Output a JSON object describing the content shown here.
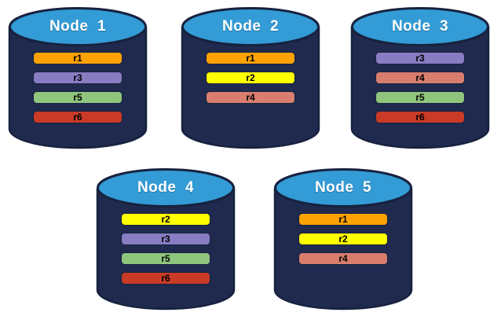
{
  "diagram": {
    "kind": "database-cylinder-diagram",
    "node_count": 5
  },
  "colors": {
    "background": "#FFFFFF",
    "cylinder_body": "#1F2A4E",
    "cylinder_top": "#339BD5",
    "outline": "#17223F",
    "title_text": "#FFFFFF",
    "bar_text": "#000000",
    "replica_palette": {
      "r1": "#FCA204",
      "r2": "#FFFF00",
      "r3": "#887CC2",
      "r4": "#D97E6E",
      "r5": "#90C57E",
      "r6": "#C93B27"
    }
  },
  "nodes": [
    {
      "label": "Node  1",
      "replicas": [
        "r1",
        "r3",
        "r5",
        "r6"
      ]
    },
    {
      "label": "Node  2",
      "replicas": [
        "r1",
        "r2",
        "r4"
      ]
    },
    {
      "label": "Node  3",
      "replicas": [
        "r3",
        "r4",
        "r5",
        "r6"
      ]
    },
    {
      "label": "Node  4",
      "replicas": [
        "r2",
        "r3",
        "r5",
        "r6"
      ]
    },
    {
      "label": "Node  5",
      "replicas": [
        "r1",
        "r2",
        "r4"
      ]
    }
  ]
}
